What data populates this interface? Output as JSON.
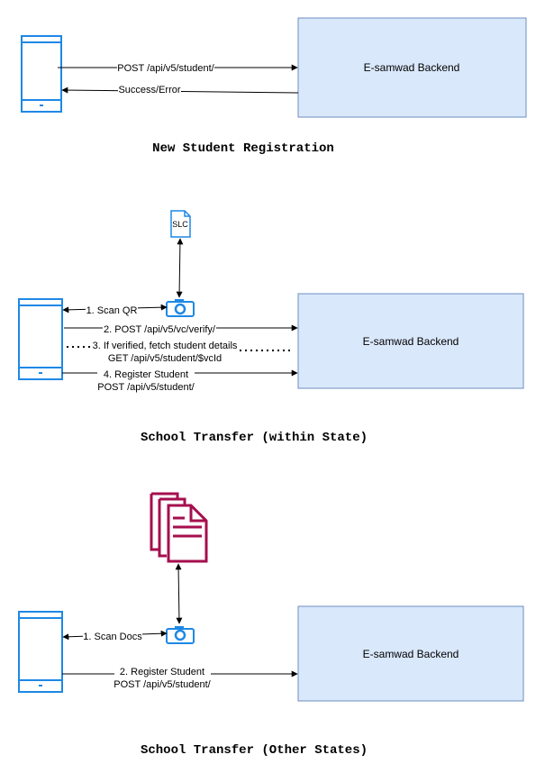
{
  "colors": {
    "device_stroke": "#1e88e5",
    "backend_fill": "#dae8fc",
    "backend_stroke": "#6c8ebf",
    "docs_icon": "#a50f4e",
    "arrow": "#000000"
  },
  "section1": {
    "backend": "E-samwad Backend",
    "arrow_post": "POST /api/v5/student/",
    "arrow_response": "Success/Error",
    "title": "New Student Registration"
  },
  "section2": {
    "doc_label": "SLC",
    "backend": "E-samwad Backend",
    "step1": "1. Scan QR",
    "step2": "2. POST /api/v5/vc/verify/",
    "step3_line1": "3. If verified, fetch student details",
    "step3_line2": "GET /api/v5/student/$vcId",
    "step4_line1": "4. Register Student",
    "step4_line2": "POST /api/v5/student/",
    "title": "School Transfer (within State)"
  },
  "section3": {
    "backend": "E-samwad Backend",
    "step1": "1. Scan Docs",
    "step2_line1": "2. Register Student",
    "step2_line2": "POST /api/v5/student/",
    "title": "School Transfer (Other States)"
  }
}
